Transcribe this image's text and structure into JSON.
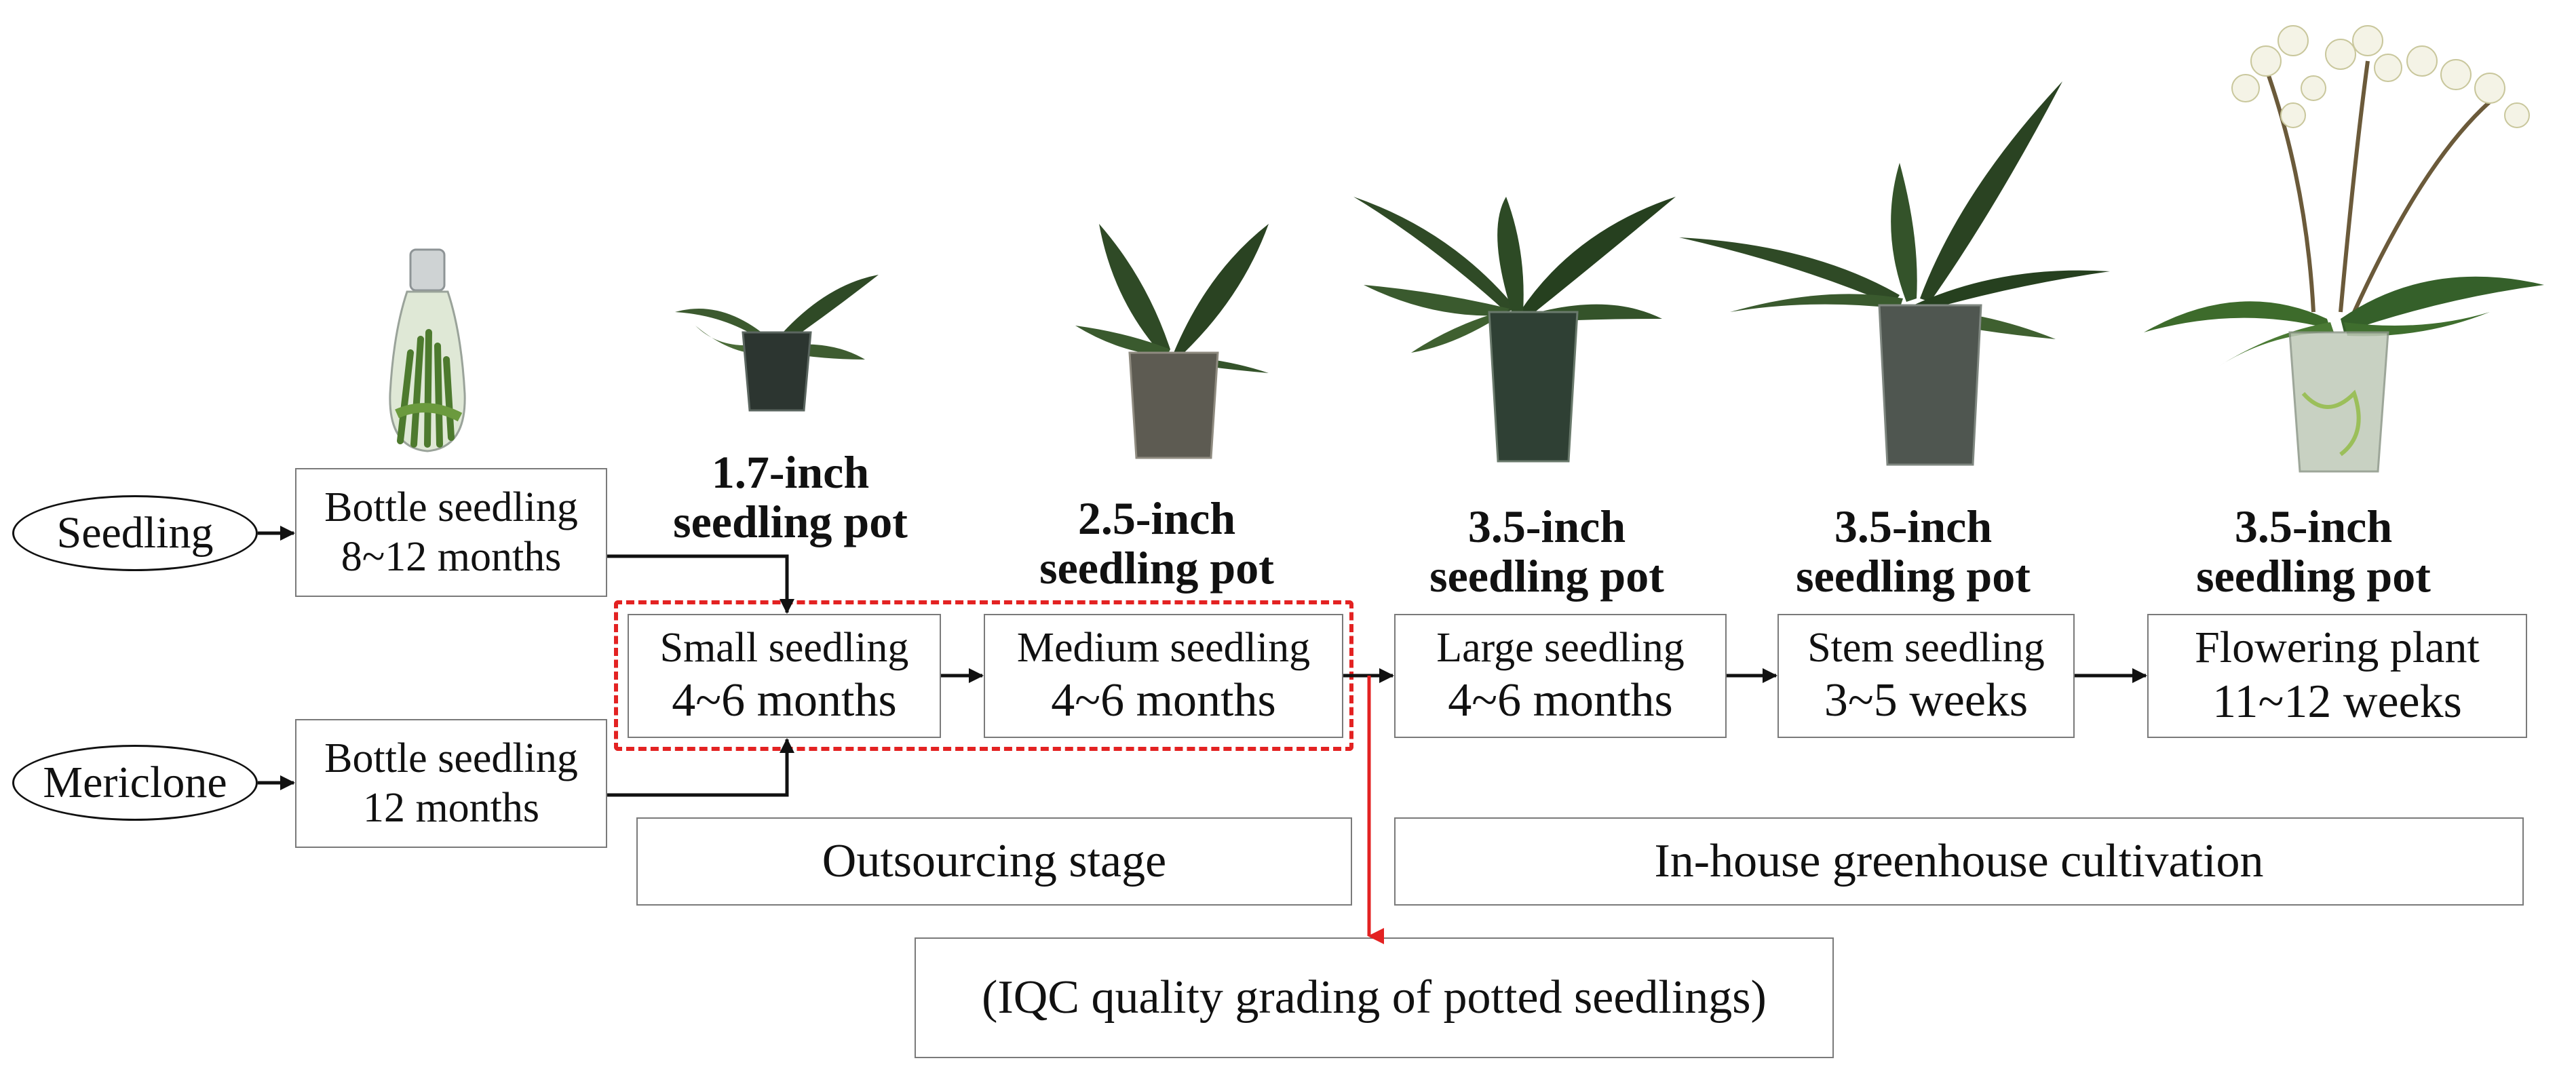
{
  "colors": {
    "red_accent": "#e32222",
    "box_border": "#7a7a7a",
    "leaf": "#2f4a26"
  },
  "sources": [
    {
      "name": "Seedling",
      "box_line1": "Bottle seedling",
      "box_line2": "8~12 months"
    },
    {
      "name": "Mericlone",
      "box_line1": "Bottle seedling",
      "box_line2": "12 months"
    }
  ],
  "stages": [
    {
      "pot": [
        "1.7-inch",
        "seedling pot"
      ],
      "line1": "Small seedling",
      "line2": "4~6 months"
    },
    {
      "pot": [
        "2.5-inch",
        "seedling pot"
      ],
      "line1": "Medium seedling",
      "line2": "4~6 months"
    },
    {
      "pot": [
        "3.5-inch",
        "seedling pot"
      ],
      "line1": "Large seedling",
      "line2": "4~6 months"
    },
    {
      "pot": [
        "3.5-inch",
        "seedling pot"
      ],
      "line1": "Stem seedling",
      "line2": "3~5 weeks"
    },
    {
      "pot": [
        "3.5-inch",
        "seedling pot"
      ],
      "line1": "Flowering plant",
      "line2": "11~12 weeks"
    }
  ],
  "phases": {
    "outsourcing": "Outsourcing stage",
    "inhouse": "In-house greenhouse cultivation"
  },
  "iqc": "(IQC quality grading of potted seedlings)",
  "images": [
    "bottle-seedling-photo",
    "small-seedling-photo",
    "medium-seedling-photo",
    "large-seedling-photo",
    "stem-seedling-photo",
    "flowering-plant-photo"
  ]
}
